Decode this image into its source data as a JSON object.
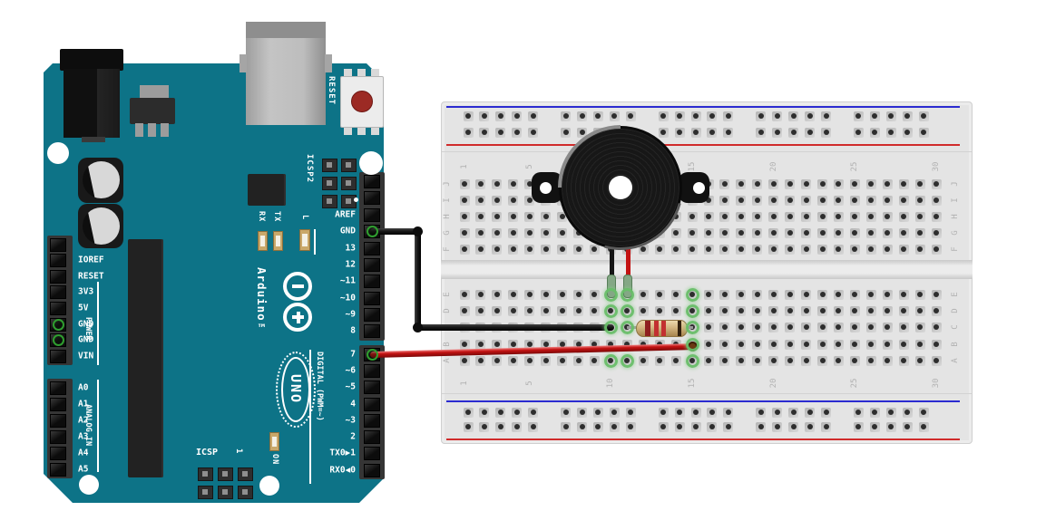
{
  "arduino": {
    "name": "Arduino Uno",
    "board_color": "#0d7387",
    "logo_text": "Arduino™",
    "model_text": "UNO",
    "labels": {
      "reset_button": "RESET",
      "icsp2": "ICSP2",
      "icsp": "ICSP",
      "icsp_pin1": "1",
      "on": "ON",
      "l": "L",
      "rx": "RX",
      "tx": "TX",
      "digital": "DIGITAL (PWM=~)",
      "power": "POWER",
      "analog": "ANALOG IN"
    },
    "pins": {
      "digital_top": [
        "AREF",
        "GND",
        "13",
        "12",
        "~11",
        "~10",
        "~9",
        "8"
      ],
      "digital_bottom": [
        "7",
        "~6",
        "~5",
        "4",
        "~3",
        "2",
        "TX0▶1",
        "RX0◀0"
      ],
      "power": [
        "IOREF",
        "RESET",
        "3V3",
        "5V",
        "GND",
        "GND",
        "VIN"
      ],
      "analog": [
        "A0",
        "A1",
        "A2",
        "A3",
        "A4",
        "A5"
      ]
    }
  },
  "breadboard": {
    "columns": 30,
    "column_labels": [
      "1",
      "5",
      "10",
      "15",
      "20",
      "25",
      "30"
    ],
    "row_labels_top": [
      "J",
      "I",
      "H",
      "G",
      "F"
    ],
    "row_labels_bottom": [
      "E",
      "D",
      "C",
      "B",
      "A"
    ],
    "rail_colors": {
      "negative": "#2b2bd0",
      "positive": "#d02b2b"
    },
    "highlighted_holes": [
      {
        "col": 10,
        "row": "E"
      },
      {
        "col": 10,
        "row": "D"
      },
      {
        "col": 10,
        "row": "C"
      },
      {
        "col": 10,
        "row": "A"
      },
      {
        "col": 11,
        "row": "E"
      },
      {
        "col": 11,
        "row": "D"
      },
      {
        "col": 11,
        "row": "C"
      },
      {
        "col": 11,
        "row": "A"
      },
      {
        "col": 15,
        "row": "E"
      },
      {
        "col": 15,
        "row": "D"
      },
      {
        "col": 15,
        "row": "C"
      },
      {
        "col": 15,
        "row": "B"
      },
      {
        "col": 15,
        "row": "A"
      }
    ]
  },
  "circuit": {
    "components": [
      {
        "id": "piezo-buzzer",
        "type": "piezo buzzer",
        "black_lead": "breadboard 10E",
        "red_lead": "breadboard 11E"
      },
      {
        "id": "resistor",
        "type": "axial resistor",
        "band_colors": [
          "#8f1f1f",
          "#c33030",
          "#c33030",
          "#33210e"
        ],
        "from": "breadboard 11C",
        "to": "breadboard 15C"
      },
      {
        "id": "ground-wire",
        "type": "wire",
        "color": "#1c1c1c",
        "from": "Arduino GND",
        "to": "breadboard 10C"
      },
      {
        "id": "signal-wire",
        "type": "wire",
        "color": "#c31212",
        "from": "Arduino pin 7",
        "to": "breadboard 15B"
      }
    ]
  }
}
